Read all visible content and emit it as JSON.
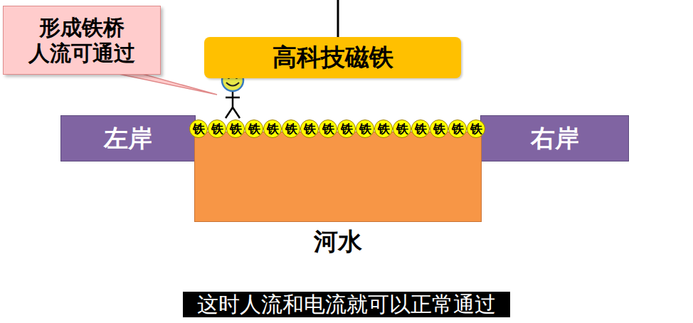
{
  "diagram": {
    "caption": "这时人流和电流就可以正常通过",
    "nodes": [
      {
        "text": [
          "形成铁桥 人流可通过"
        ]
      },
      {
        "text": [
          "高科技磁铁"
        ]
      },
      {
        "text": [
          "左岸"
        ]
      },
      {
        "text": [
          "铁"
        ]
      },
      {
        "text": [
          "铁"
        ]
      },
      {
        "text": [
          "铁"
        ]
      },
      {
        "text": [
          "铁"
        ]
      },
      {
        "text": [
          "铁"
        ]
      },
      {
        "text": [
          "铁"
        ]
      },
      {
        "text": [
          "铁"
        ]
      },
      {
        "text": [
          "铁"
        ]
      },
      {
        "text": [
          "铁"
        ]
      },
      {
        "text": [
          "铁"
        ]
      },
      {
        "text": [
          "铁"
        ]
      },
      {
        "text": [
          "铁"
        ]
      },
      {
        "text": [
          "铁"
        ]
      },
      {
        "text": [
          "铁"
        ]
      },
      {
        "text": [
          "铁"
        ]
      },
      {
        "text": [
          "铁"
        ]
      },
      {
        "text": [
          "右岸"
        ]
      },
      {
        "text": [
          "河水"
        ]
      }
    ]
  }
}
